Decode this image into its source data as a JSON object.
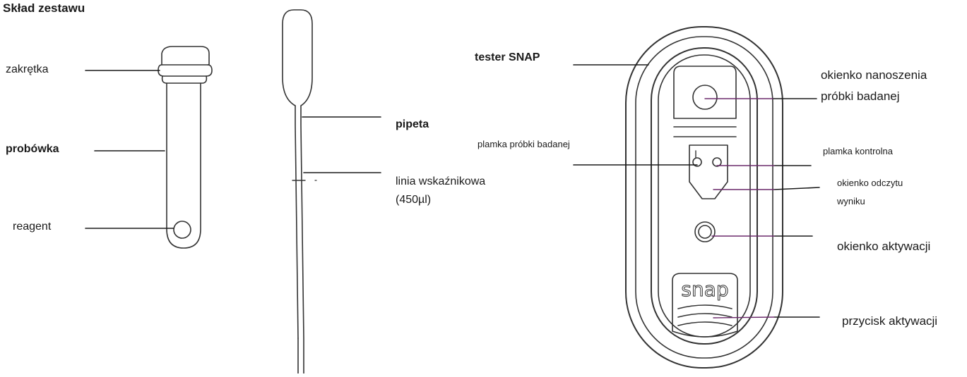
{
  "title": "Skład zestawu",
  "labels": {
    "cap": "zakrętka",
    "tube": "probówka",
    "reagent": "reagent",
    "pipette": "pipeta",
    "indicator_line_1": "linia wskaźnikowa",
    "indicator_line_2": "(450µl)",
    "tester": "tester SNAP",
    "sample_window_1": "okienko nanoszenia",
    "sample_window_2": "próbki badanej",
    "sample_spot": "plamka próbki badanej",
    "control_spot": "plamka kontrolna",
    "result_window_1": "okienko odczytu",
    "result_window_2": "wyniku",
    "activation_window": "okienko aktywacji",
    "activation_button": "przycisk aktywacji"
  },
  "device_logo": "snap",
  "colors": {
    "line": "#1a1a1a",
    "leader_purple": "#6b2a6b"
  }
}
